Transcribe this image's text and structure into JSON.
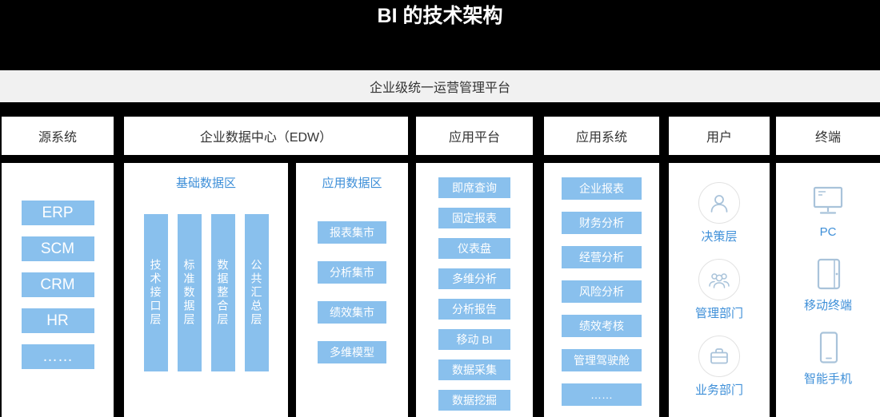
{
  "title": "BI 的技术架构",
  "platform_bar": {
    "label": "企业级统一运营管理平台"
  },
  "colors": {
    "background": "#000000",
    "panel": "#FFFFFF",
    "band_gray": "#F1F1F1",
    "accent_blue": "#89C0ED",
    "label_blue": "#3E8FD8"
  },
  "columns": {
    "source": {
      "header": "源系统",
      "items": [
        "ERP",
        "SCM",
        "CRM",
        "HR",
        "……"
      ]
    },
    "edw": {
      "header": "企业数据中心（EDW）",
      "base_zone": {
        "title": "基础数据区",
        "layers": [
          "技术接口层",
          "标准数据层",
          "数据整合层",
          "公共汇总层"
        ]
      },
      "app_zone": {
        "title": "应用数据区",
        "items": [
          "报表集市",
          "分析集市",
          "绩效集市",
          "多维模型"
        ]
      }
    },
    "app_platform": {
      "header": "应用平台",
      "items": [
        "即席查询",
        "固定报表",
        "仪表盘",
        "多维分析",
        "分析报告",
        "移动 BI",
        "数据采集",
        "数据挖掘"
      ]
    },
    "app_system": {
      "header": "应用系统",
      "items": [
        "企业报表",
        "财务分析",
        "经营分析",
        "风险分析",
        "绩效考核",
        "管理驾驶舱",
        "……"
      ]
    },
    "users": {
      "header": "用户",
      "items": [
        {
          "icon": "person-icon",
          "label": "决策层"
        },
        {
          "icon": "people-icon",
          "label": "管理部门"
        },
        {
          "icon": "briefcase-icon",
          "label": "业务部门"
        }
      ]
    },
    "terminals": {
      "header": "终端",
      "items": [
        {
          "icon": "desktop-icon",
          "label": "PC"
        },
        {
          "icon": "tablet-icon",
          "label": "移动终端"
        },
        {
          "icon": "smartphone-icon",
          "label": "智能手机"
        }
      ]
    }
  }
}
